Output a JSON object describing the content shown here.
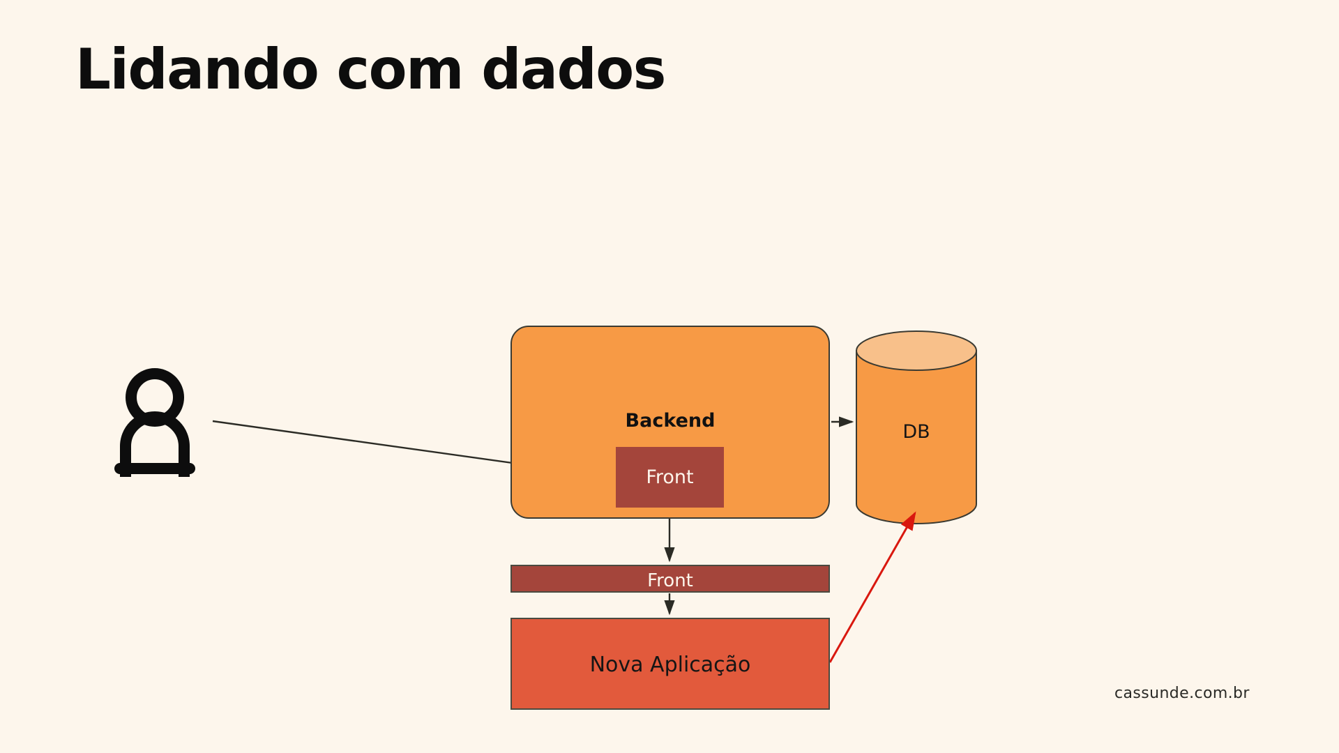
{
  "slide": {
    "title": "Lidando com dados",
    "background_color": "#fdf6ec",
    "footer_watermark": "cassunde.com.br"
  },
  "diagram": {
    "type": "architecture-diagram",
    "nodes": [
      {
        "id": "user",
        "icon": "user-icon",
        "label": "",
        "shape": "person-glyph",
        "color": "#0d0d0d"
      },
      {
        "id": "backend",
        "label": "Backend",
        "shape": "rounded-rectangle",
        "fill": "#f79a45",
        "stroke": "#3a3a32",
        "text_color": "#111111"
      },
      {
        "id": "front-inner",
        "label": "Front",
        "shape": "rectangle",
        "fill": "#a4453b",
        "text_color": "#fdf6ec"
      },
      {
        "id": "db",
        "label": "DB",
        "shape": "cylinder",
        "fill": "#f79a45",
        "top_fill": "#f8c08a",
        "stroke": "#3a3a32",
        "text_color": "#151515"
      },
      {
        "id": "front-bar",
        "label": "Front",
        "shape": "rectangle",
        "fill": "#a4453b",
        "stroke": "#4a4a40",
        "text_color": "#fdf6ec"
      },
      {
        "id": "nova-aplicacao",
        "label": "Nova Aplicação",
        "shape": "rectangle",
        "fill": "#e25a3c",
        "stroke": "#4a4a40",
        "text_color": "#151515"
      }
    ],
    "edges": [
      {
        "id": "user-to-front",
        "from": "user",
        "to": "front-inner",
        "color": "#2b2b25",
        "style": "solid",
        "arrow": "end"
      },
      {
        "id": "backend-to-db",
        "from": "backend",
        "to": "db",
        "color": "#2b2b25",
        "style": "solid",
        "arrow": "end"
      },
      {
        "id": "front-inner-to-front-bar",
        "from": "front-inner",
        "to": "front-bar",
        "color": "#2b2b25",
        "style": "solid",
        "arrow": "end"
      },
      {
        "id": "front-bar-to-nova-aplicacao",
        "from": "front-bar",
        "to": "nova-aplicacao",
        "color": "#2b2b25",
        "style": "solid",
        "arrow": "end"
      },
      {
        "id": "nova-aplicacao-to-db",
        "from": "nova-aplicacao",
        "to": "db",
        "color": "#d9180f",
        "style": "solid",
        "arrow": "end"
      }
    ]
  }
}
